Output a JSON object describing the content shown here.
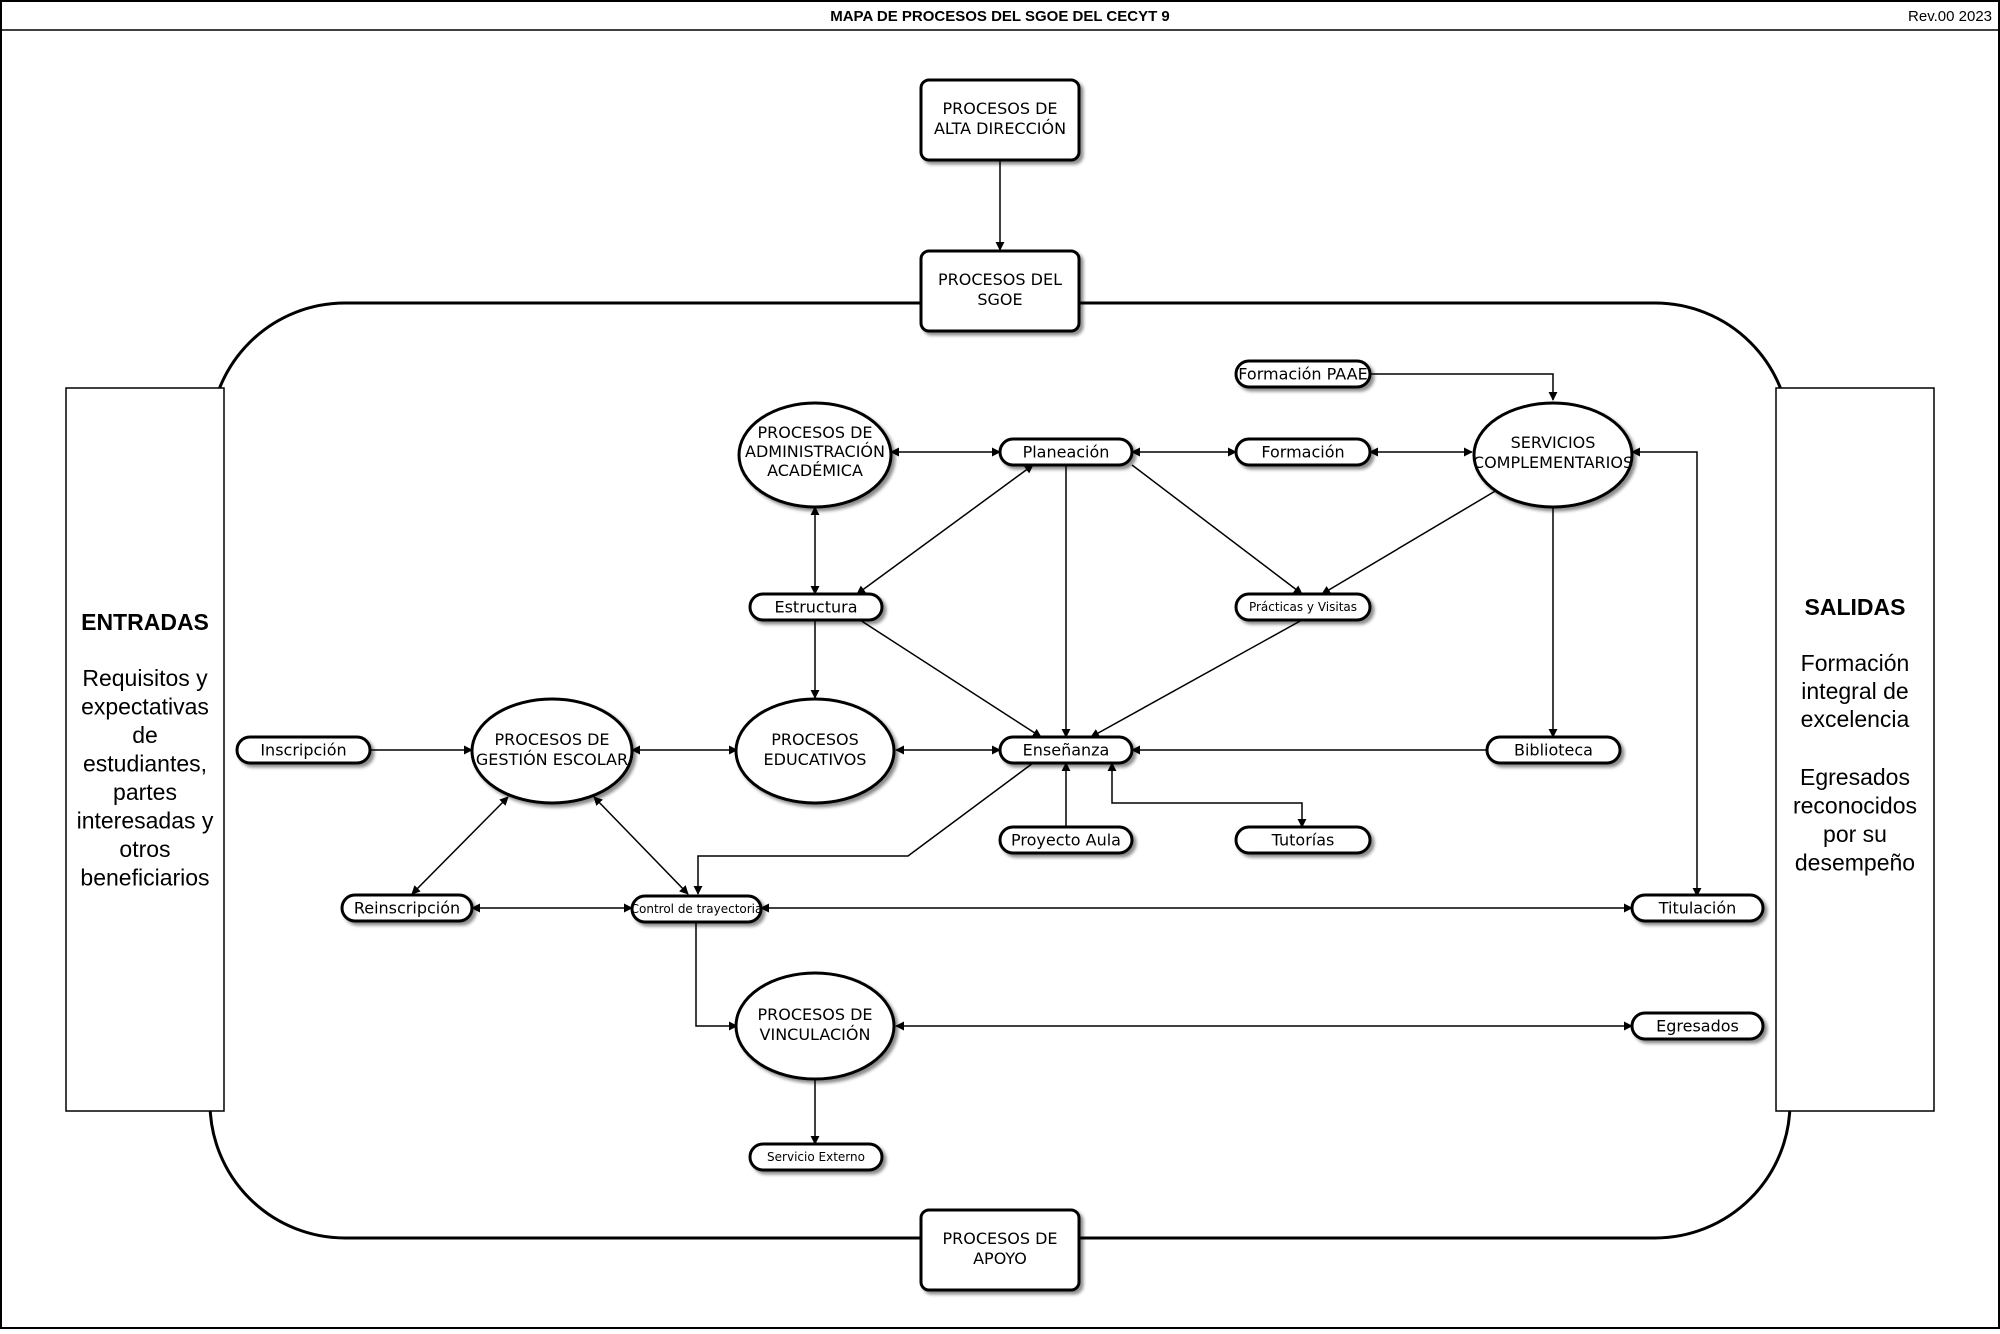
{
  "header": {
    "title": "MAPA DE PROCESOS DEL SGOE DEL CECYT 9",
    "revision": "Rev.00 2023"
  },
  "boxes": {
    "alta_direccion": [
      "PROCESOS DE",
      "ALTA DIRECCIÓN"
    ],
    "sgoe": [
      "PROCESOS DEL",
      "SGOE"
    ],
    "apoyo": [
      "PROCESOS DE",
      "APOYO"
    ]
  },
  "ellipses": {
    "admin_academica": [
      "PROCESOS DE",
      "ADMINISTRACIÓN",
      "ACADÉMICA"
    ],
    "servicios": [
      "SERVICIOS",
      "COMPLEMENTARIOS"
    ],
    "gestion_escolar": [
      "PROCESOS DE",
      "GESTIÓN ESCOLAR"
    ],
    "educativos": [
      "PROCESOS",
      "EDUCATIVOS"
    ],
    "vinculacion": [
      "PROCESOS DE",
      "VINCULACIÓN"
    ]
  },
  "pills": {
    "formacion_paae": "Formación PAAE",
    "planeacion": "Planeación",
    "formacion": "Formación",
    "estructura": "Estructura",
    "practicas": "Prácticas y Visitas",
    "inscripcion": "Inscripción",
    "ensenanza": "Enseñanza",
    "biblioteca": "Biblioteca",
    "proyecto_aula": "Proyecto Aula",
    "tutorias": "Tutorías",
    "reinscripcion": "Reinscripción",
    "control_trayectoria": "Control de trayectoria",
    "titulacion": "Titulación",
    "egresados": "Egresados",
    "servicio_externo": "Servicio Externo"
  },
  "entradas": {
    "title": "ENTRADAS",
    "lines": [
      "Requisitos y",
      "expectativas",
      "de",
      "estudiantes,",
      "partes",
      "interesadas y",
      "otros",
      "beneficiarios"
    ]
  },
  "salidas": {
    "title": "SALIDAS",
    "block1": [
      "Formación",
      "integral de",
      "excelencia"
    ],
    "block2": [
      "Egresados",
      "reconocidos",
      "por su",
      "desempeño"
    ]
  }
}
